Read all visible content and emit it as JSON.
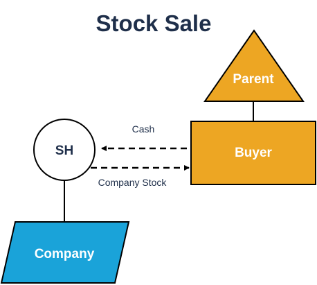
{
  "title": "Stock Sale",
  "colors": {
    "title": "#1f2f4a",
    "buyer_fill": "#eda623",
    "company_fill": "#1aa3d9",
    "outline": "#000000",
    "node_text_light": "#ffffff",
    "node_text_dark": "#1f2f4a",
    "edge_text": "#1f2f4a"
  },
  "nodes": {
    "parent": {
      "label": "Parent",
      "shape": "triangle"
    },
    "buyer": {
      "label": "Buyer",
      "shape": "rectangle"
    },
    "shareholder": {
      "label": "SH",
      "shape": "circle"
    },
    "company": {
      "label": "Company",
      "shape": "parallelogram"
    }
  },
  "edges": {
    "cash": {
      "label": "Cash",
      "from": "Buyer",
      "to": "SH",
      "style": "dashed-arrow"
    },
    "company_stock": {
      "label": "Company Stock",
      "from": "SH",
      "to": "Buyer",
      "style": "dashed-arrow"
    }
  }
}
